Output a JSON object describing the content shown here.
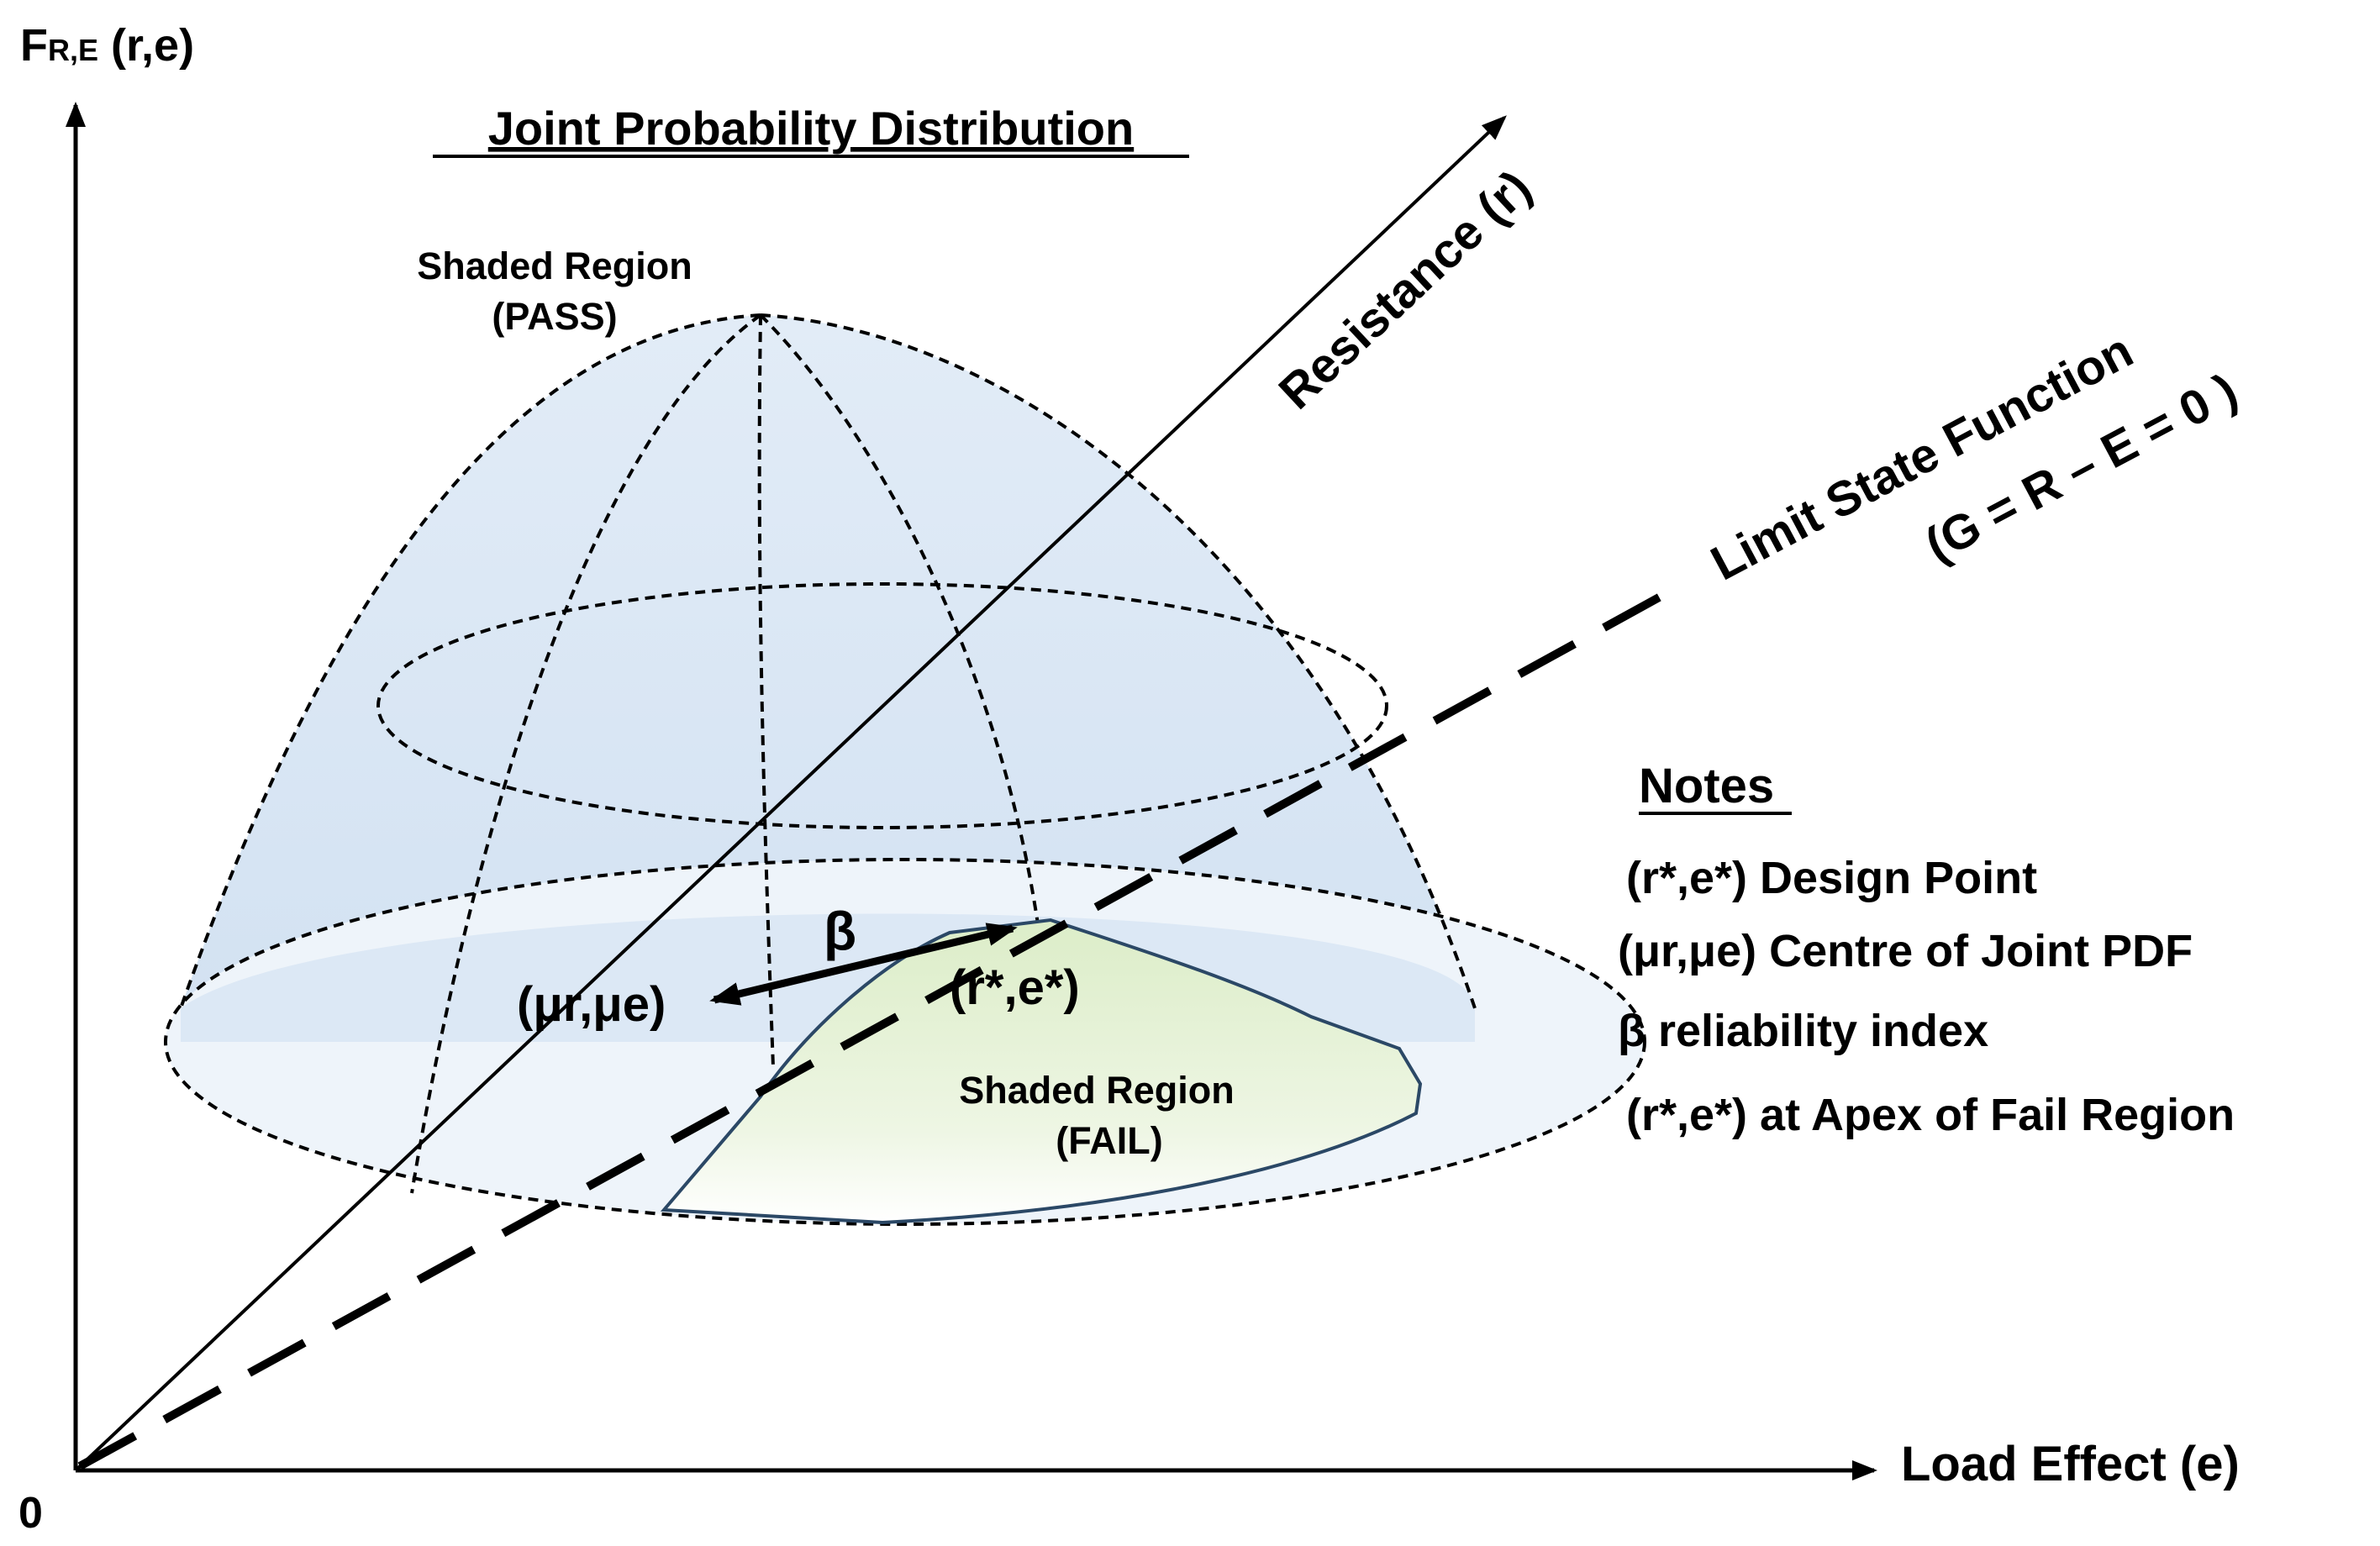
{
  "y_axis": {
    "label_main": "F",
    "label_sub": "R,E",
    "label_tail": " (r,e)"
  },
  "origin_label": "0",
  "title": "Joint Probability Distribution",
  "pass_region": {
    "line1": "Shaded Region",
    "line2": "(PASS)"
  },
  "fail_region": {
    "line1": "Shaded Region",
    "line2": "(FAIL)"
  },
  "resistance_axis_label": "Resistance (r)",
  "load_axis_label": "Load Effect (e)",
  "limit_state": {
    "line1": "Limit State Function",
    "line2": "(G = R – E =  0 )"
  },
  "centre_label": "(μr,μe)",
  "design_point_label": "(r*,e*)",
  "beta_label": "β",
  "notes": {
    "heading": "Notes",
    "items": [
      "(r*,e*) Design Point",
      "(μr,μe) Centre of Joint PDF",
      "β reliability index",
      "(r*,e*) at Apex of Fail Region"
    ]
  },
  "colors": {
    "pass_fill": "#dce8f5",
    "base_fill": "#eef4fa",
    "fail_fill": "#e6f2d8",
    "outline": "#000000",
    "fail_edge": "#2b4866"
  }
}
